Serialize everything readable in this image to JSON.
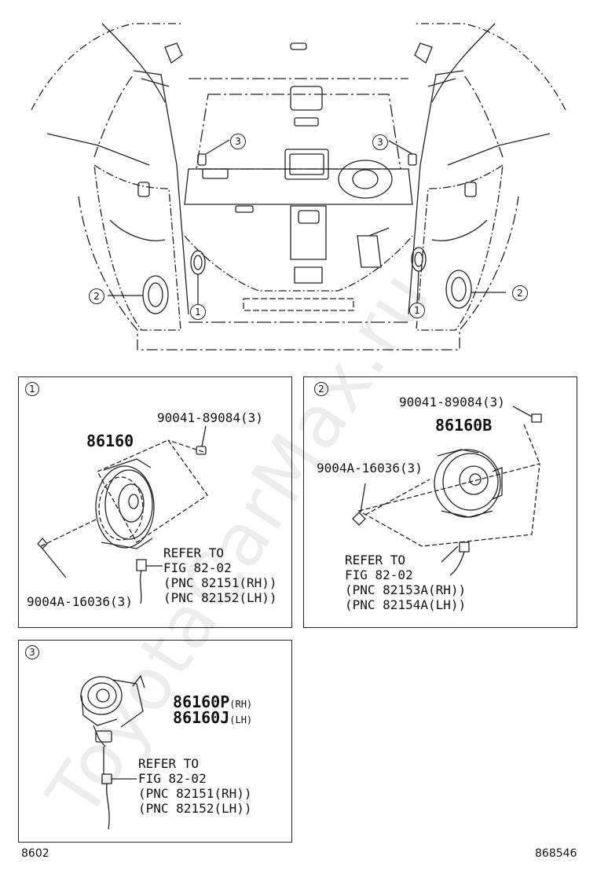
{
  "overview": {
    "callouts": {
      "c1_left": "1",
      "c1_right": "1",
      "c2_left": "2",
      "c2_right": "2",
      "c3_left": "3",
      "c3_right": "3"
    }
  },
  "panel1": {
    "index": "1",
    "part_no": "86160",
    "bolt_top": "90041-89084(3)",
    "bolt_bottom": "9004A-16036(3)",
    "refer": [
      "REFER TO",
      "FIG 82-02",
      "(PNC 82151(RH))",
      "(PNC 82152(LH))"
    ]
  },
  "panel2": {
    "index": "2",
    "part_no": "86160B",
    "bolt_top": "90041-89084(3)",
    "bolt_mid": "9004A-16036(3)",
    "refer": [
      "REFER TO",
      "FIG 82-02",
      "(PNC 82153A(RH))",
      "(PNC 82154A(LH))"
    ]
  },
  "panel3": {
    "index": "3",
    "part_rh": "86160P",
    "part_rh_side": "(RH)",
    "part_lh": "86160J",
    "part_lh_side": "(LH)",
    "refer": [
      "REFER TO",
      "FIG 82-02",
      "(PNC 82151(RH))",
      "(PNC 82152(LH))"
    ]
  },
  "footer": {
    "fig_no": "8602",
    "drawing_no": "868546"
  },
  "watermark": "ToyotaCarMax.ru"
}
